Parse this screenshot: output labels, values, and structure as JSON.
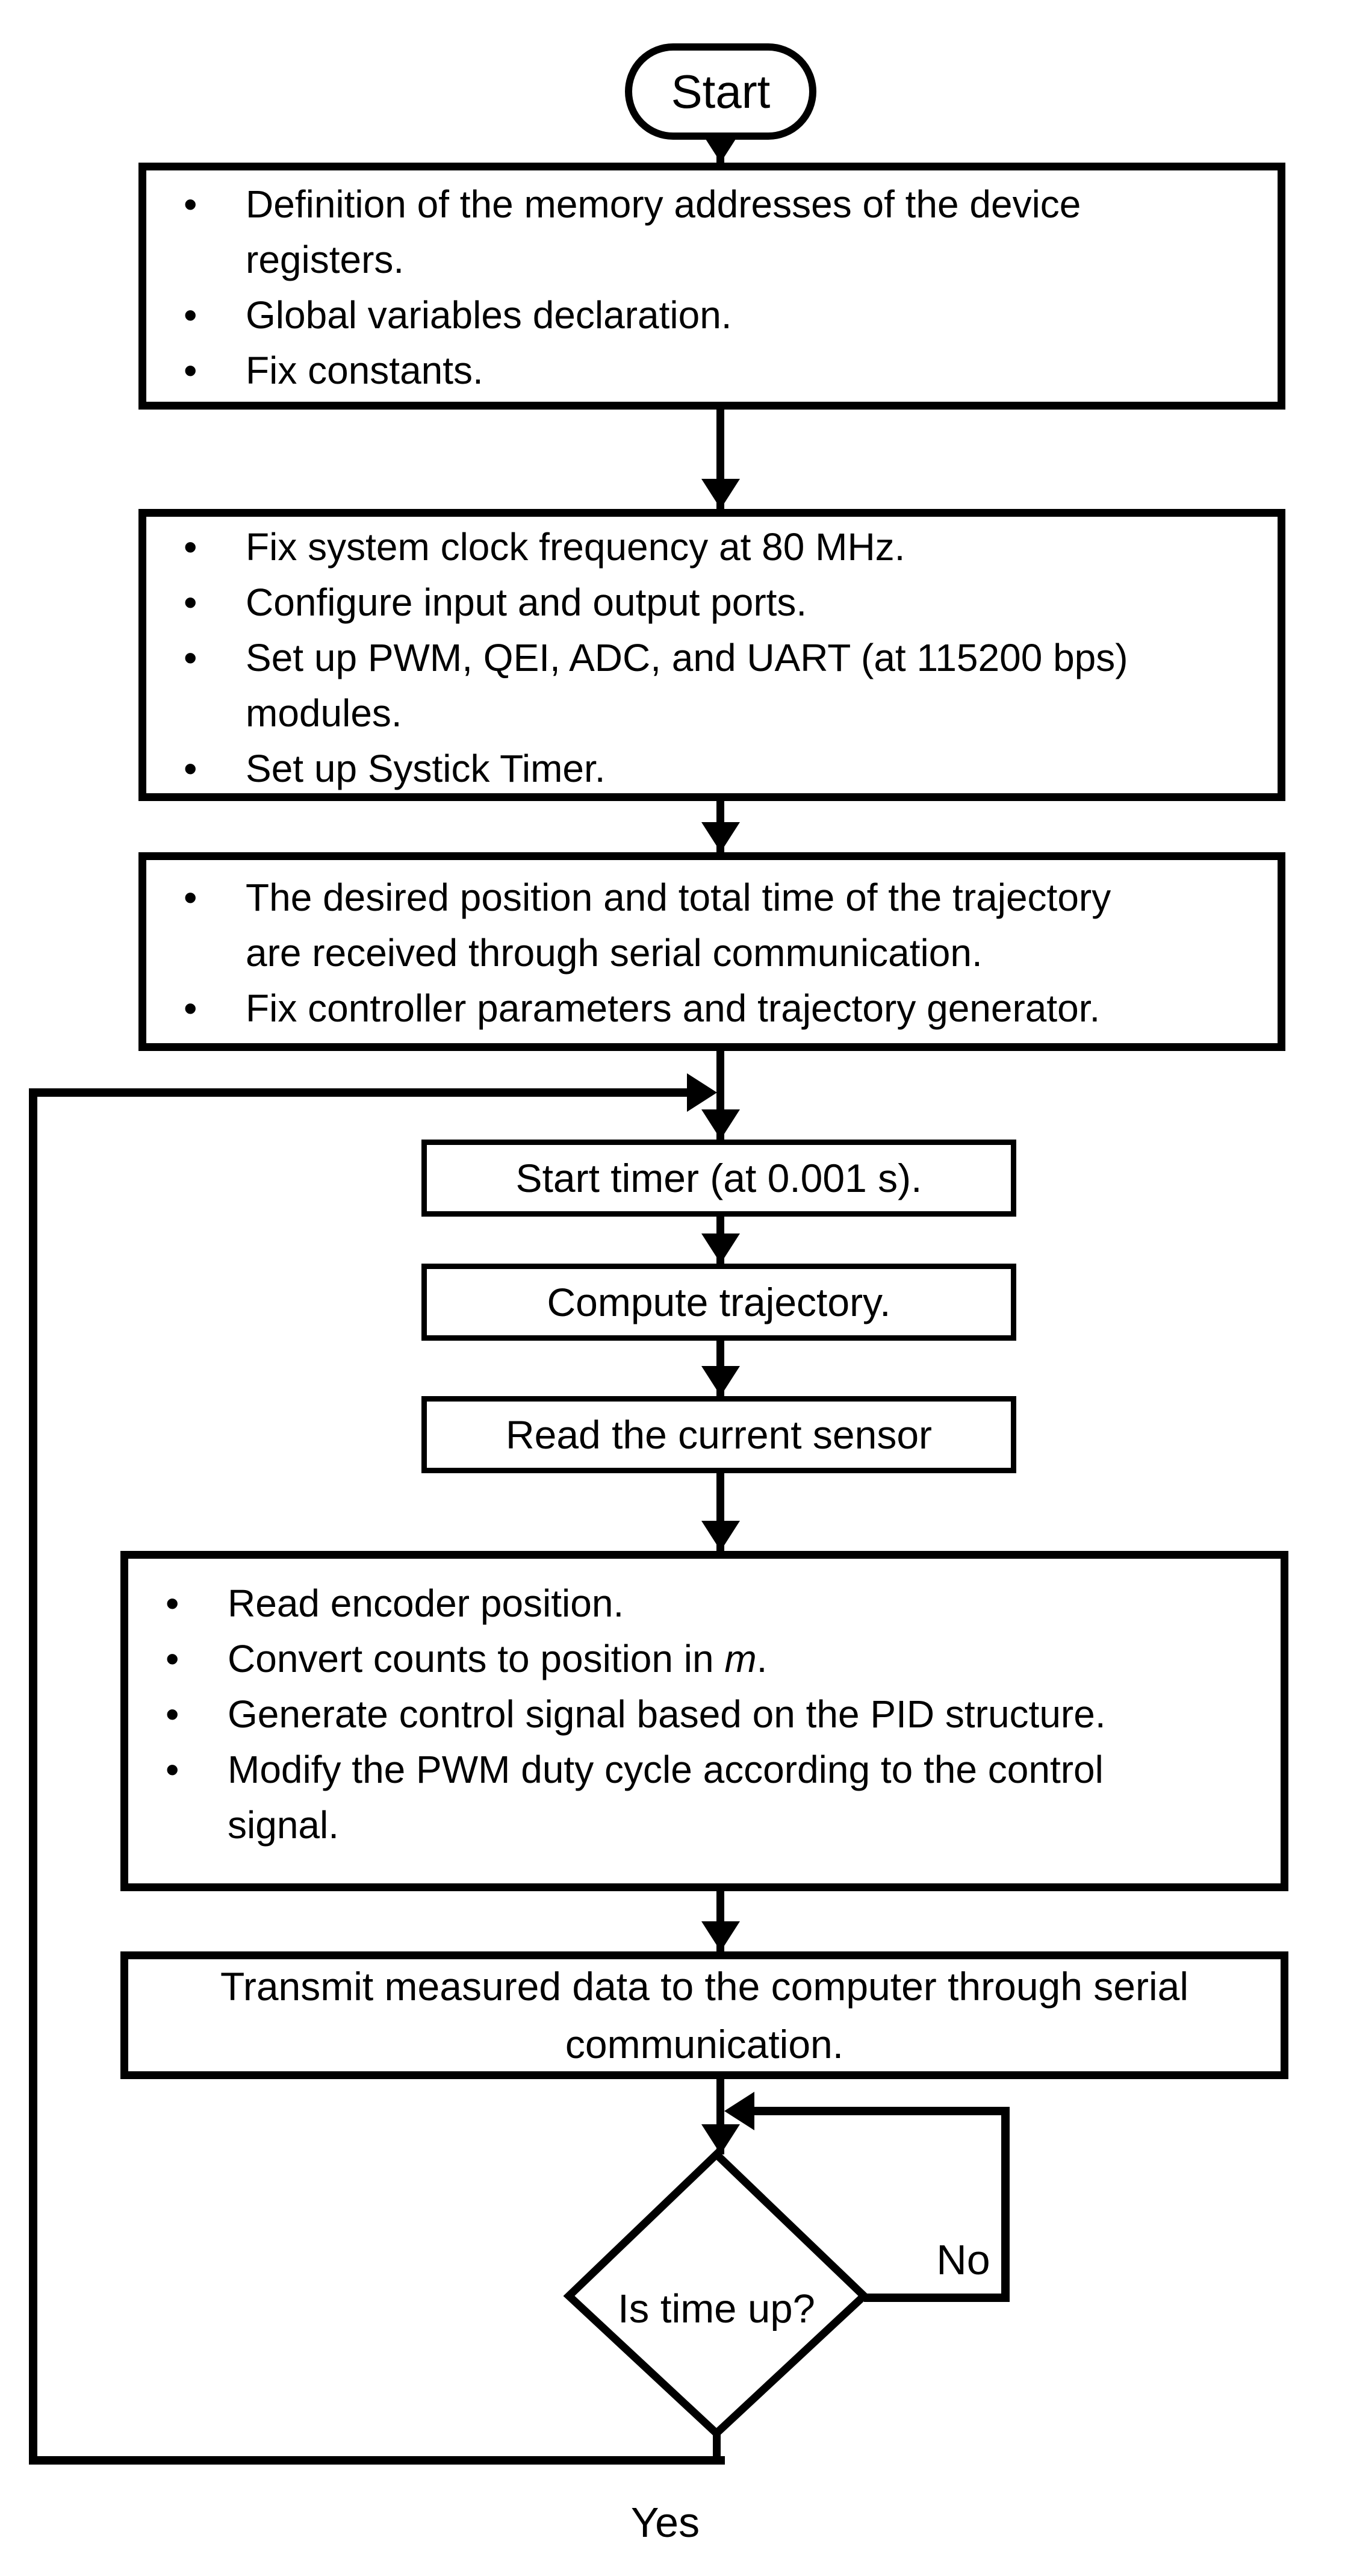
{
  "glyphs": {
    "bullet": "•"
  },
  "colors": {
    "line": "#000000",
    "background": "#ffffff"
  },
  "start": {
    "label": "Start"
  },
  "boxes": {
    "init": {
      "bullets": [
        [
          "Definition of the memory addresses of the device",
          "registers."
        ],
        [
          "Global variables declaration."
        ],
        [
          "Fix constants."
        ]
      ]
    },
    "setup": {
      "bullets": [
        [
          "Fix system clock frequency at 80 MHz."
        ],
        [
          "Configure input and output ports."
        ],
        [
          "Set up PWM, QEI, ADC, and UART (at 115200 bps)",
          "modules."
        ],
        [
          "Set up Systick Timer."
        ]
      ]
    },
    "receive": {
      "bullets": [
        [
          "The desired position and total time of the trajectory",
          "are received through serial communication."
        ],
        [
          "Fix controller parameters and trajectory generator."
        ]
      ]
    },
    "start_timer": {
      "label": "Start timer (at 0.001 s)."
    },
    "compute_trajectory": {
      "label": "Compute trajectory."
    },
    "read_current_sensor": {
      "label": "Read the current sensor"
    },
    "control": {
      "bullets": [
        [
          "Read encoder position."
        ],
        {
          "pre": "Convert counts to position in ",
          "em": "m",
          "post": "."
        },
        [
          "Generate control signal based on the PID structure."
        ],
        [
          "Modify the PWM duty cycle according to the control",
          "signal."
        ]
      ]
    },
    "transmit": {
      "lines": [
        "Transmit measured data to the computer through serial",
        "communication."
      ]
    }
  },
  "decision": {
    "label": "Is time up?",
    "no_label": "No",
    "yes_label": "Yes"
  }
}
